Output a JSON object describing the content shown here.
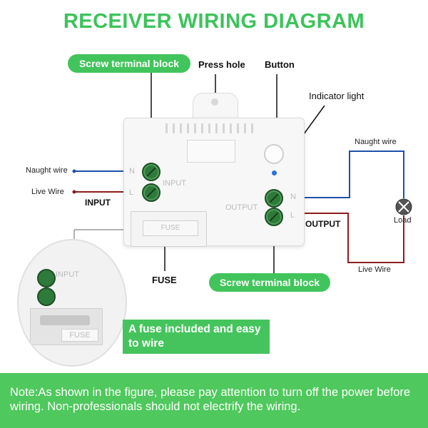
{
  "title": "RECEIVER WIRING DIAGRAM",
  "labels": {
    "screw_terminal_top": "Screw terminal block",
    "press_hole": "Press hole",
    "button": "Button",
    "indicator_light": "Indicator light",
    "naught_wire_left": "Naught wire",
    "live_wire_left": "Live Wire",
    "input": "INPUT",
    "naught_wire_right": "Naught wire",
    "load": "Load",
    "output": "OUTPUT",
    "live_wire_right": "Live Wire",
    "fuse": "FUSE",
    "screw_terminal_bottom": "Screw terminal block",
    "fuse_callout": "A fuse included and easy to wire"
  },
  "device_markings": {
    "input_n": "N",
    "input_l": "L",
    "input_text": "INPUT",
    "output_text": "OUTPUT",
    "output_n": "N",
    "output_l": "L",
    "fuse_tag": "FUSE",
    "inset_input": "INPUT",
    "inset_fuse": "FUSE"
  },
  "note": "Note:As shown in the figure, please pay attention to turn off the power before wiring. Non-professionals should not electrify the wiring.",
  "colors": {
    "accent_green": "#42c45c",
    "naught_wire": "#1f4fa8",
    "live_wire": "#8b1d1d",
    "terminal_green": "#2e7a3a"
  }
}
